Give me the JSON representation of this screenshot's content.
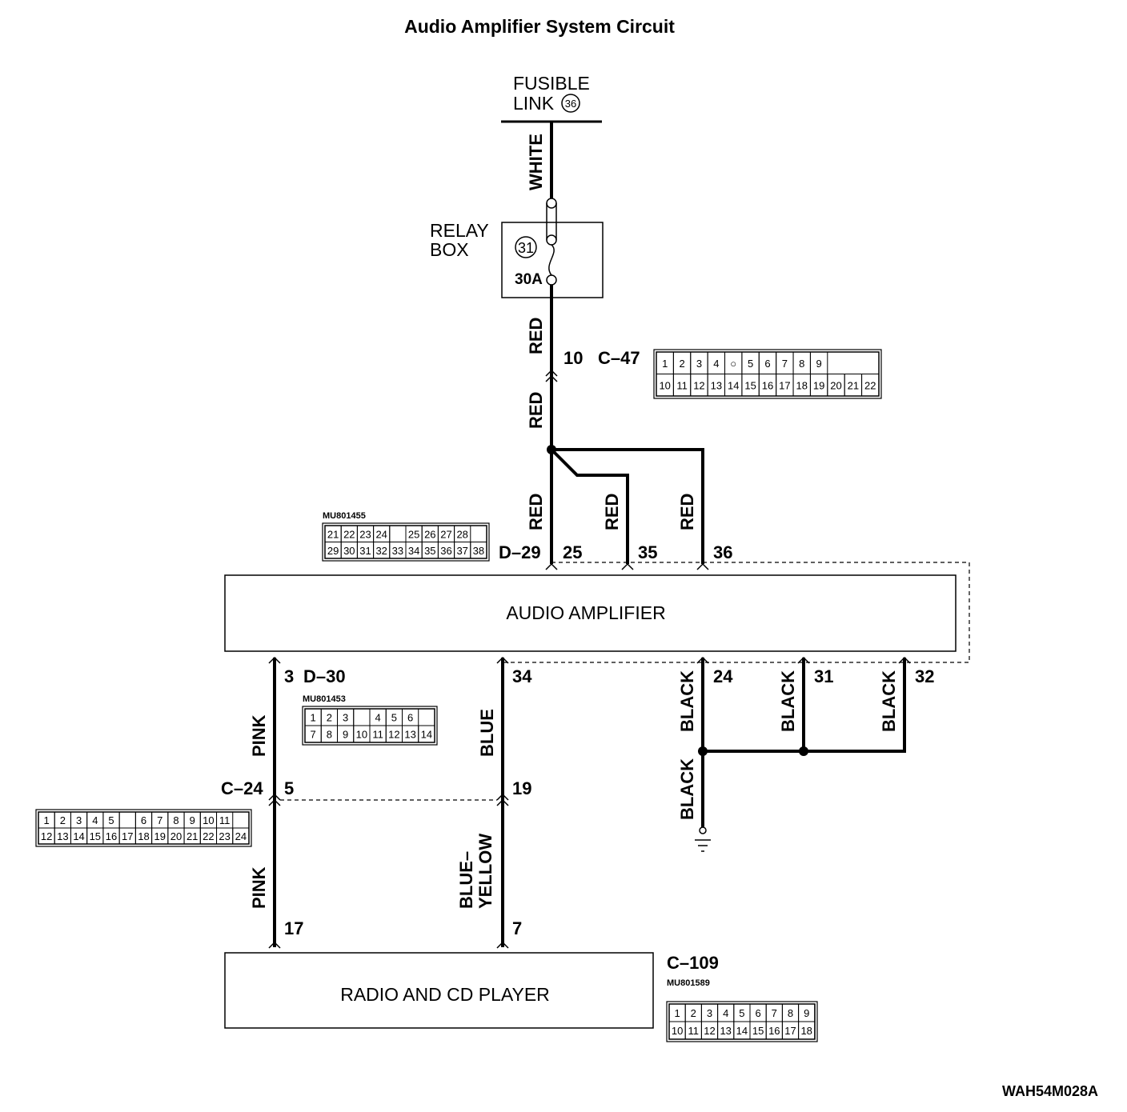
{
  "title": "Audio Amplifier System Circuit",
  "fusible_link": {
    "line1": "FUSIBLE",
    "line2": "LINK",
    "number": "36"
  },
  "relay_box": {
    "line1": "RELAY",
    "line2": "BOX",
    "fuse_number": "31",
    "rating": "30A"
  },
  "wire_colors": {
    "white": "WHITE",
    "red": "RED",
    "pink": "PINK",
    "blue": "BLUE",
    "blue_yellow_1": "BLUE–",
    "blue_yellow_2": "YELLOW",
    "black": "BLACK"
  },
  "connectors": {
    "c47": {
      "name": "C–47",
      "pin": "10",
      "top": [
        "1",
        "2",
        "3",
        "4",
        "○",
        "5",
        "6",
        "7",
        "8",
        "9"
      ],
      "bottom": [
        "10",
        "11",
        "12",
        "13",
        "14",
        "15",
        "16",
        "17",
        "18",
        "19",
        "20",
        "21",
        "22"
      ]
    },
    "d29": {
      "name": "D–29",
      "part": "MU801455",
      "pins": [
        "25",
        "35",
        "36"
      ],
      "top": [
        "21",
        "22",
        "23",
        "24",
        "",
        "25",
        "26",
        "27",
        "28"
      ],
      "bottom": [
        "29",
        "30",
        "31",
        "32",
        "33",
        "34",
        "35",
        "36",
        "37",
        "38"
      ]
    },
    "d30": {
      "name": "D–30",
      "part": "MU801453",
      "pins": [
        "3",
        "34",
        "24",
        "31",
        "32"
      ],
      "top": [
        "1",
        "2",
        "3",
        "",
        "4",
        "5",
        "6"
      ],
      "bottom": [
        "7",
        "8",
        "9",
        "10",
        "11",
        "12",
        "13",
        "14"
      ]
    },
    "c24": {
      "name": "C–24",
      "pins": [
        "5",
        "19"
      ],
      "top": [
        "1",
        "2",
        "3",
        "4",
        "5",
        "",
        "6",
        "7",
        "8",
        "9",
        "10",
        "11"
      ],
      "bottom": [
        "12",
        "13",
        "14",
        "15",
        "16",
        "17",
        "18",
        "19",
        "20",
        "21",
        "22",
        "23",
        "24"
      ]
    },
    "c109": {
      "name": "C–109",
      "part": "MU801589",
      "pins": [
        "17",
        "7"
      ],
      "top": [
        "1",
        "2",
        "3",
        "4",
        "5",
        "6",
        "7",
        "8",
        "9"
      ],
      "bottom": [
        "10",
        "11",
        "12",
        "13",
        "14",
        "15",
        "16",
        "17",
        "18"
      ]
    }
  },
  "components": {
    "amplifier": "AUDIO AMPLIFIER",
    "radio": "RADIO AND CD PLAYER"
  },
  "figure_code": "WAH54M028A"
}
